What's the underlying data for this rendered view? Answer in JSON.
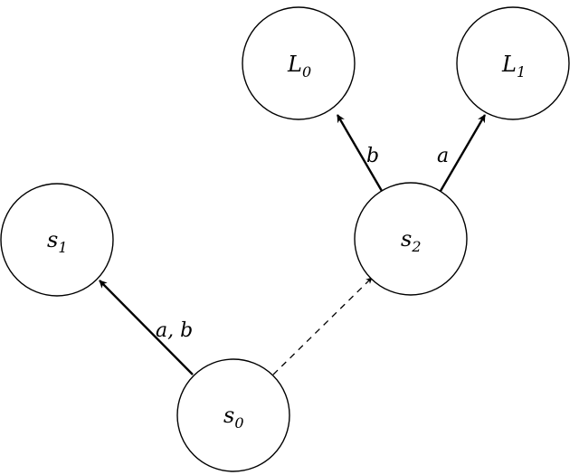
{
  "nodes": {
    "s1": {
      "base": "s",
      "sub": "1"
    },
    "s0": {
      "base": "s",
      "sub": "0"
    },
    "s2": {
      "base": "s",
      "sub": "2"
    },
    "L0": {
      "base": "L",
      "sub": "0"
    },
    "L1": {
      "base": "L",
      "sub": "1"
    }
  },
  "edges": {
    "s0_s1": {
      "from": "s0",
      "to": "s1",
      "label": "a, b",
      "style": "solid"
    },
    "s0_s2": {
      "from": "s0",
      "to": "s2",
      "label": "",
      "style": "dashed"
    },
    "s2_L0": {
      "from": "s2",
      "to": "L0",
      "label": "b",
      "style": "solid"
    },
    "s2_L1": {
      "from": "s2",
      "to": "L1",
      "label": "a",
      "style": "solid"
    }
  }
}
